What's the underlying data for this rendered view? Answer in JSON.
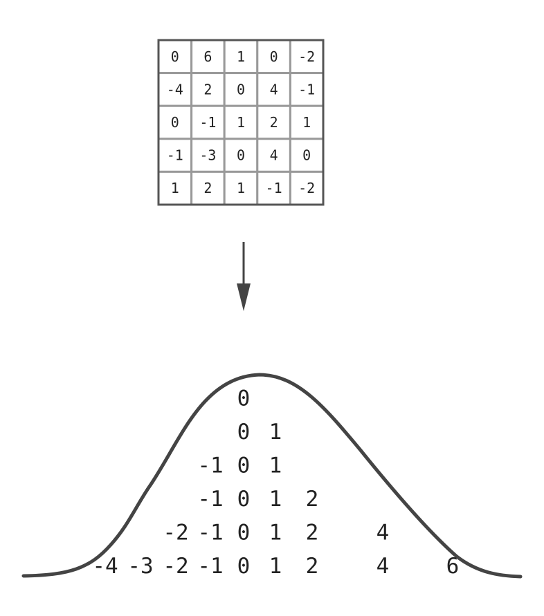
{
  "matrix": [
    [
      "0",
      "6",
      "1",
      "0",
      "-2"
    ],
    [
      "-4",
      "2",
      "0",
      "4",
      "-1"
    ],
    [
      "0",
      "-1",
      "1",
      "2",
      "1"
    ],
    [
      "-1",
      "-3",
      "0",
      "4",
      "0"
    ],
    [
      "1",
      "2",
      "1",
      "-1",
      "-2"
    ]
  ],
  "histogram": {
    "value_columns": [
      "-4",
      "-3",
      "-2",
      "-1",
      "0",
      "1",
      "2",
      "4",
      "6"
    ],
    "stacks": {
      "-4": 1,
      "-3": 1,
      "-2": 2,
      "-1": 4,
      "0": 6,
      "1": 5,
      "2": 3,
      "4": 2,
      "6": 1
    }
  },
  "colors": {
    "grid_line": "#999999",
    "border": "#555555",
    "curve": "#444444",
    "arrow": "#444444",
    "text": "#222222"
  }
}
